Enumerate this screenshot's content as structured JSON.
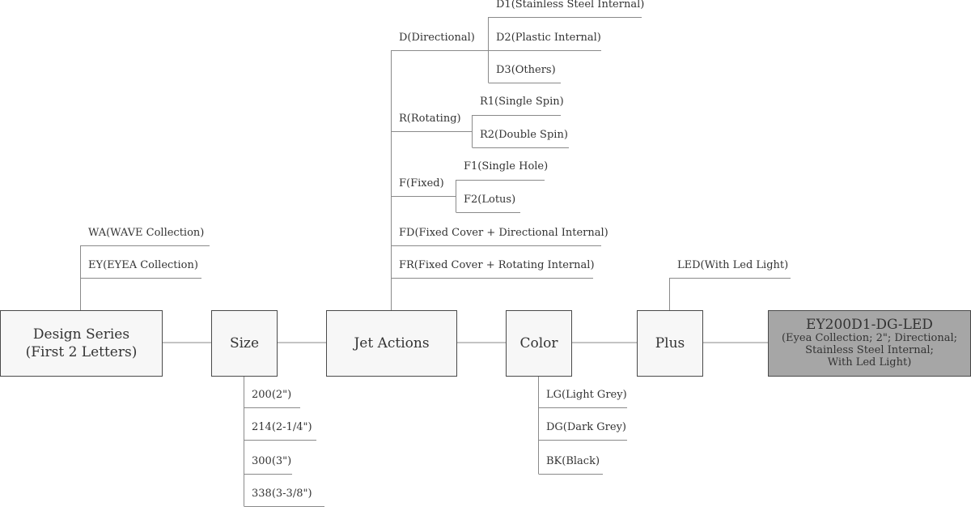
{
  "boxes": {
    "design_series": [
      "Design Series",
      "(First 2 Letters)"
    ],
    "size": "Size",
    "jet_actions": "Jet Actions",
    "color": "Color",
    "plus": "Plus",
    "result": {
      "code": "EY200D1-DG-LED",
      "lines": [
        "(Eyea Collection; 2\"; Directional;",
        "Stainless Steel Internal;",
        "With Led Light)"
      ]
    }
  },
  "design_series_options": [
    "WA(WAVE Collection)",
    "EY(EYEA Collection)"
  ],
  "size_options": [
    "200(2\")",
    "214(2-1/4\")",
    "300(3\")",
    "338(3-3/8\")"
  ],
  "jet_actions": {
    "directional": {
      "label": "D(Directional)",
      "children": [
        "D1(Stainless Steel Internal)",
        "D2(Plastic Internal)",
        "D3(Others)"
      ]
    },
    "rotating": {
      "label": "R(Rotating)",
      "children": [
        "R1(Single Spin)",
        "R2(Double Spin)"
      ]
    },
    "fixed": {
      "label": "F(Fixed)",
      "children": [
        "F1(Single Hole)",
        "F2(Lotus)"
      ]
    },
    "fixed_directional": "FD(Fixed Cover + Directional Internal)",
    "fixed_rotating": "FR(Fixed Cover + Rotating Internal)"
  },
  "color_options": [
    "LG(Light Grey)",
    "DG(Dark Grey)",
    "BK(Black)"
  ],
  "plus_options": [
    "LED(With Led Light)"
  ]
}
